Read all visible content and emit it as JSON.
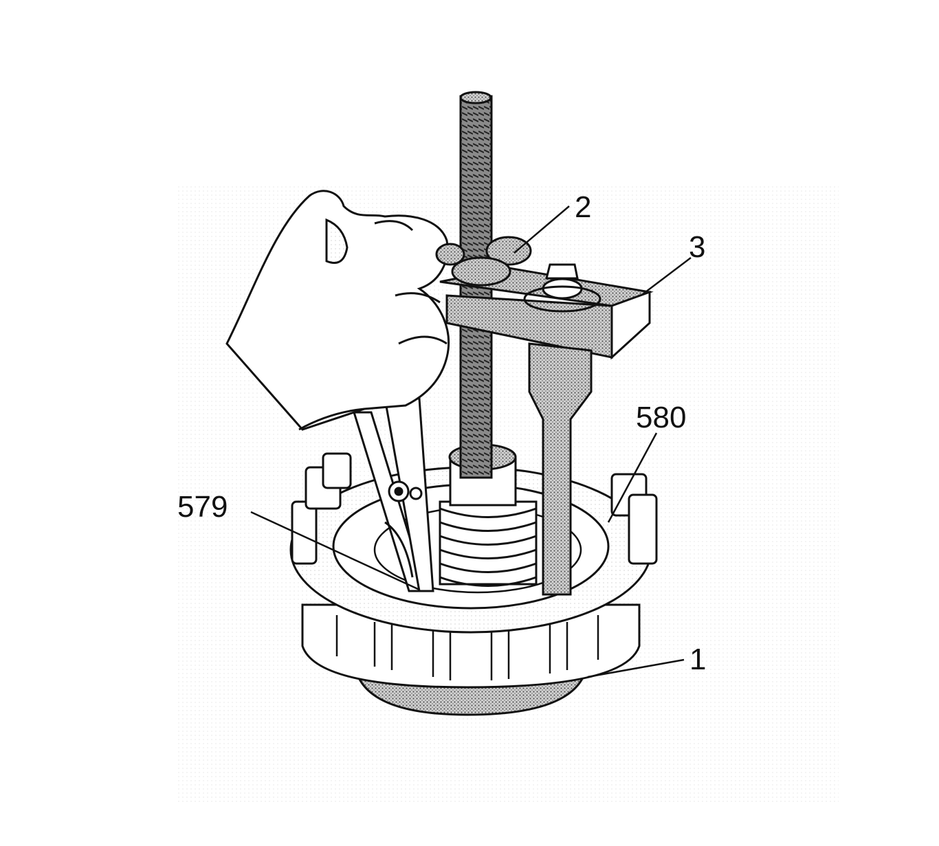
{
  "callouts": {
    "c1": "1",
    "c2": "2",
    "c3": "3",
    "c579": "579",
    "c580": "580"
  },
  "colors": {
    "ink": "#111111",
    "shade": "#b8b8b8",
    "background": "#ffffff"
  }
}
